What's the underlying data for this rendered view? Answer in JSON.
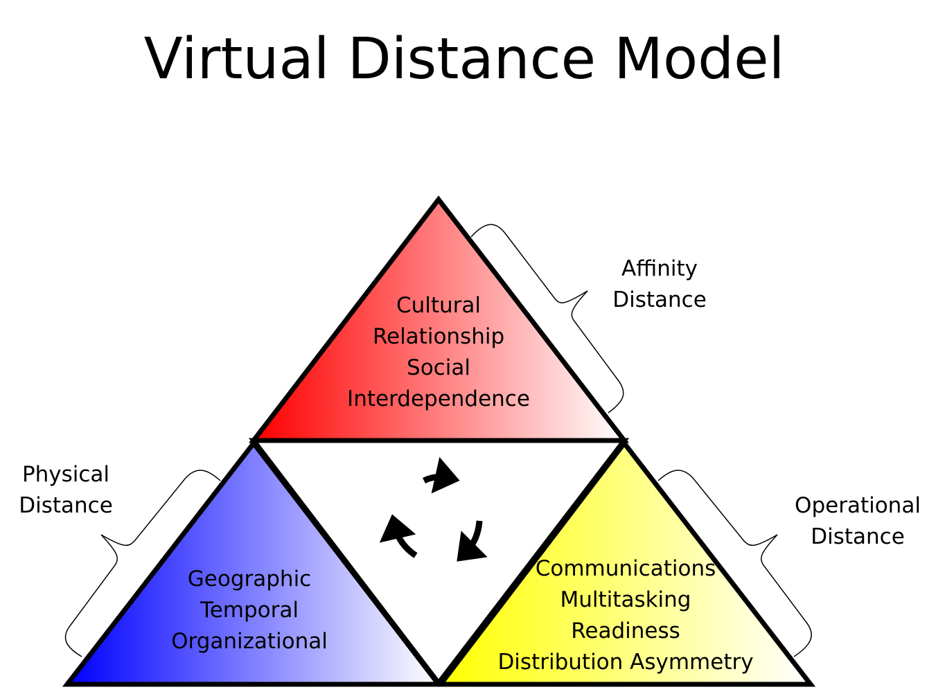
{
  "title": "Virtual Distance Model",
  "colors": {
    "affinity": "#ff0000",
    "physical": "#0000ff",
    "operational": "#ffff00",
    "outline": "#000000"
  },
  "segments": {
    "affinity_items": [
      "Cultural",
      "Relationship",
      "Social",
      "Interdependence"
    ],
    "physical_items": [
      "Geographic",
      "Temporal",
      "Organizational"
    ],
    "operational_items": [
      "Communications",
      "Multitasking",
      "Readiness",
      "Distribution Asymmetry"
    ]
  },
  "distances": {
    "affinity": [
      "Affinity",
      "Distance"
    ],
    "physical": [
      "Physical",
      "Distance"
    ],
    "operational": [
      "Operational",
      "Distance"
    ]
  },
  "center_icon": "cycle-arrows-icon"
}
